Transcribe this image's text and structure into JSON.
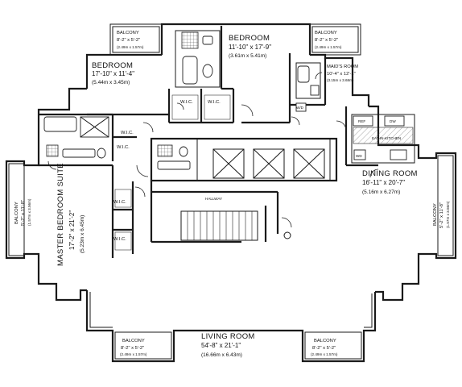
{
  "rooms": {
    "balcony_top_left": {
      "name": "BALCONY",
      "dims": "8'-2\" x 5'-2\"",
      "metric": "(2.49m x 1.57m)"
    },
    "balcony_top_right": {
      "name": "BALCONY",
      "dims": "8'-2\" x 5'-2\"",
      "metric": "(2.49m x 1.57m)"
    },
    "bedroom_top": {
      "name": "BEDROOM",
      "dims": "11'-10\" x 17'-9\"",
      "metric": "(3.61m x 5.41m)"
    },
    "bedroom_left": {
      "name": "BEDROOM",
      "dims": "17'-10\" x 11'-4\"",
      "metric": "(5.44m x 3.45m)"
    },
    "maids_room": {
      "name": "MAID'S ROOM",
      "dims": "10'-4\" x 12'-1\"",
      "metric": "(3.15m x 3.68m)"
    },
    "master_suite": {
      "name": "MASTER BEDROOM SUITE",
      "dims": "17'-2\" x 21'-2\"",
      "metric": "(5.23m x 6.45m)"
    },
    "balcony_left": {
      "name": "BALCONY",
      "dims": "5'-2\" x 11'-8\"",
      "metric": "(1.57m x 3.56m)"
    },
    "balcony_right": {
      "name": "BALCONY",
      "dims": "5'-2\" x 11'-8\"",
      "metric": "(1.57m x 3.56m)"
    },
    "dining_room": {
      "name": "DINING ROOM",
      "dims": "16'-11\" x 20'-7\"",
      "metric": "(5.16m x 6.27m)"
    },
    "living_room": {
      "name": "LIVING ROOM",
      "dims": "54'-8\" x 21'-1\"",
      "metric": "(16.66m x 6.43m)"
    },
    "balcony_bottom_left": {
      "name": "BALCONY",
      "dims": "8'-2\" x 5'-2\"",
      "metric": "(2.49m x 1.57m)"
    },
    "balcony_bottom_right": {
      "name": "BALCONY",
      "dims": "8'-2\" x 5'-2\"",
      "metric": "(2.49m x 1.57m)"
    },
    "hallway": {
      "name": "HALLWAY"
    },
    "eat_in_kitchen": {
      "name": "EAT-IN-KITCHEN"
    }
  },
  "small_labels": {
    "wic": "W.I.C.",
    "ref": "REF",
    "dw": "DW",
    "wd": "WD",
    "wd_maid": "W/D"
  }
}
